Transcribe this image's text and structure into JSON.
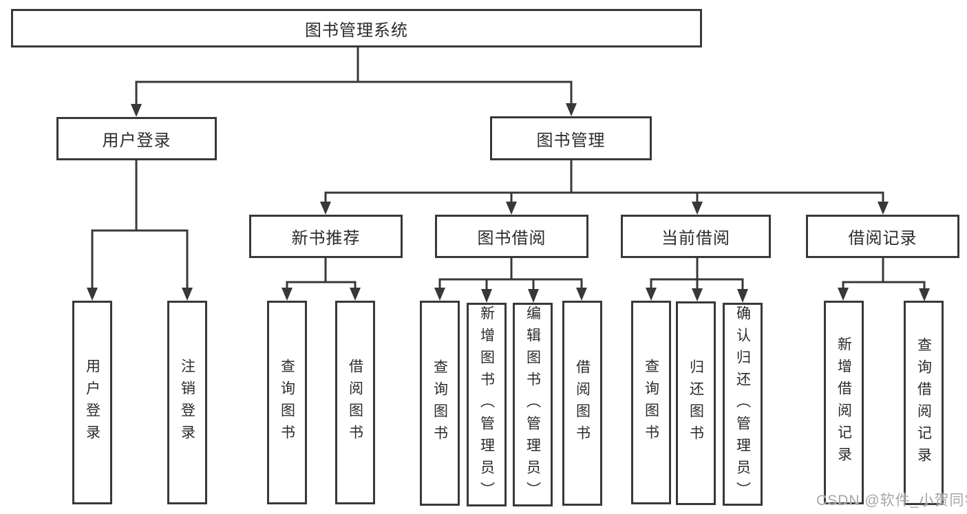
{
  "colors": {
    "line": "#383838",
    "text": "#2b2b2b",
    "background": "#ffffff",
    "watermark": "#a6a6a6"
  },
  "tree": {
    "label": "图书管理系统",
    "children": [
      {
        "label": "用户登录",
        "children": [
          {
            "label": "用户登录"
          },
          {
            "label": "注销登录"
          }
        ]
      },
      {
        "label": "图书管理",
        "children": [
          {
            "label": "新书推荐",
            "children": [
              {
                "label": "查询图书"
              },
              {
                "label": "借阅图书"
              }
            ]
          },
          {
            "label": "图书借阅",
            "children": [
              {
                "label": "查询图书"
              },
              {
                "label": "新增图书（管理员）"
              },
              {
                "label": "编辑图书（管理员）"
              },
              {
                "label": "借阅图书"
              }
            ]
          },
          {
            "label": "当前借阅",
            "children": [
              {
                "label": "查询图书"
              },
              {
                "label": "归还图书"
              },
              {
                "label": "确认归还（管理员）"
              }
            ]
          },
          {
            "label": "借阅记录",
            "children": [
              {
                "label": "新增借阅记录"
              },
              {
                "label": "查询借阅记录"
              }
            ]
          }
        ]
      }
    ]
  },
  "watermark": {
    "text": "CSDN @软件_小贺同学"
  }
}
